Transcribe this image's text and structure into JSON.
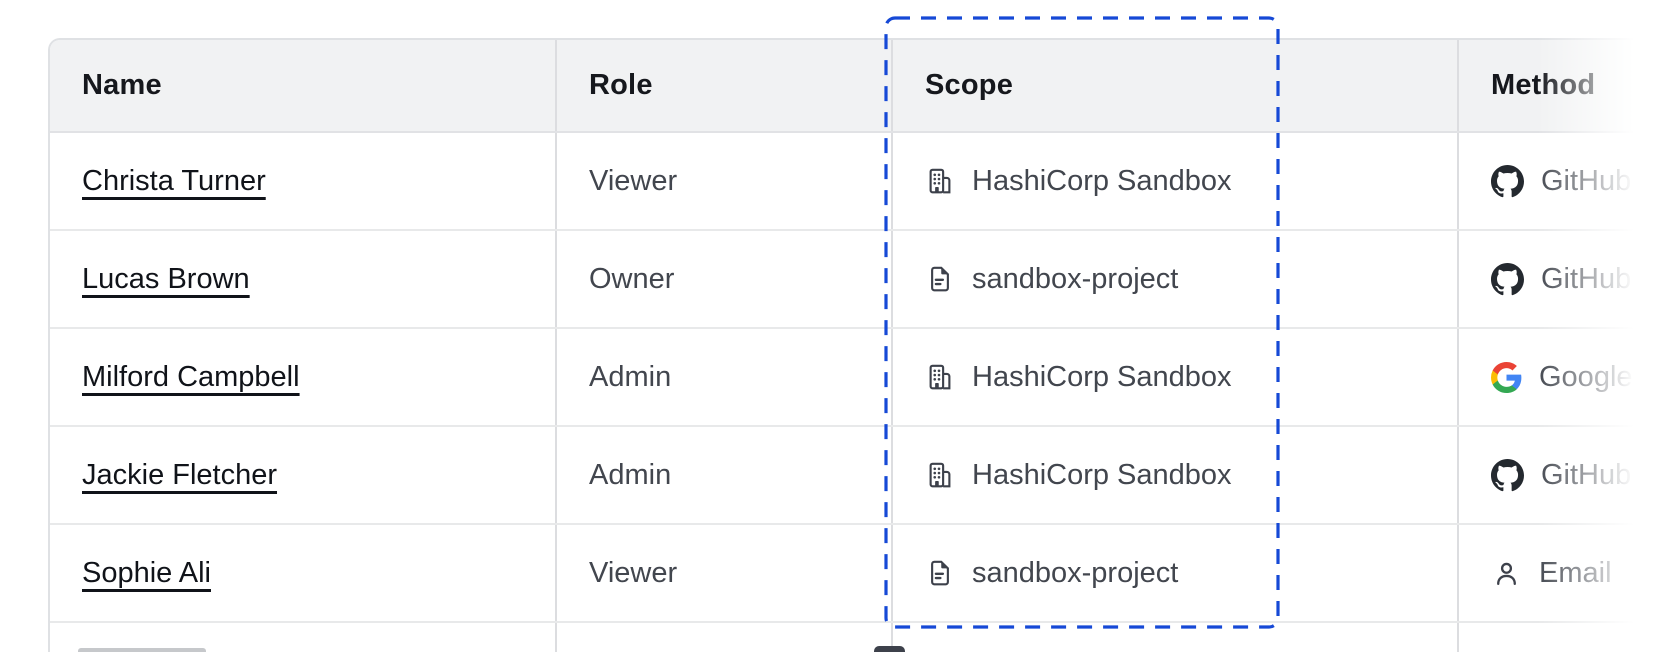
{
  "table": {
    "headers": [
      {
        "id": "name",
        "label": "Name"
      },
      {
        "id": "role",
        "label": "Role"
      },
      {
        "id": "scope",
        "label": "Scope"
      },
      {
        "id": "method",
        "label": "Method"
      }
    ],
    "rows": [
      {
        "name": "Christa Turner",
        "role": "Viewer",
        "scope_icon": "building-org-icon",
        "scope": "HashiCorp Sandbox",
        "method_icon": "github-icon",
        "method": "GitHub"
      },
      {
        "name": "Lucas Brown",
        "role": "Owner",
        "scope_icon": "file-document-icon",
        "scope": "sandbox-project",
        "method_icon": "github-icon",
        "method": "GitHub"
      },
      {
        "name": "Milford Campbell",
        "role": "Admin",
        "scope_icon": "building-org-icon",
        "scope": "HashiCorp Sandbox",
        "method_icon": "google-icon",
        "method": "Google"
      },
      {
        "name": "Jackie Fletcher",
        "role": "Admin",
        "scope_icon": "building-org-icon",
        "scope": "HashiCorp Sandbox",
        "method_icon": "github-icon",
        "method": "GitHub"
      },
      {
        "name": "Sophie Ali",
        "role": "Viewer",
        "scope_icon": "file-document-icon",
        "scope": "sandbox-project",
        "method_icon": "person-icon",
        "method": "Email"
      }
    ]
  },
  "annotation": {
    "target": "scope-column",
    "style": "dashed-rectangle",
    "color": "#1649d6"
  },
  "colors": {
    "header_bg": "#f1f2f3",
    "outer_border": "#dfe1e4",
    "row_border": "#e8e9ea",
    "column_border": "#dcdde0",
    "header_text": "#16181d",
    "link_text": "#101319",
    "body_text": "#42464e",
    "icon_gray": "#3d414b",
    "github_mark": "#24292f",
    "google_blue": "#4285F4",
    "google_green": "#34A853",
    "google_yellow": "#FBBC05",
    "google_red": "#EA4335",
    "annotation_blue": "#1649d6"
  }
}
